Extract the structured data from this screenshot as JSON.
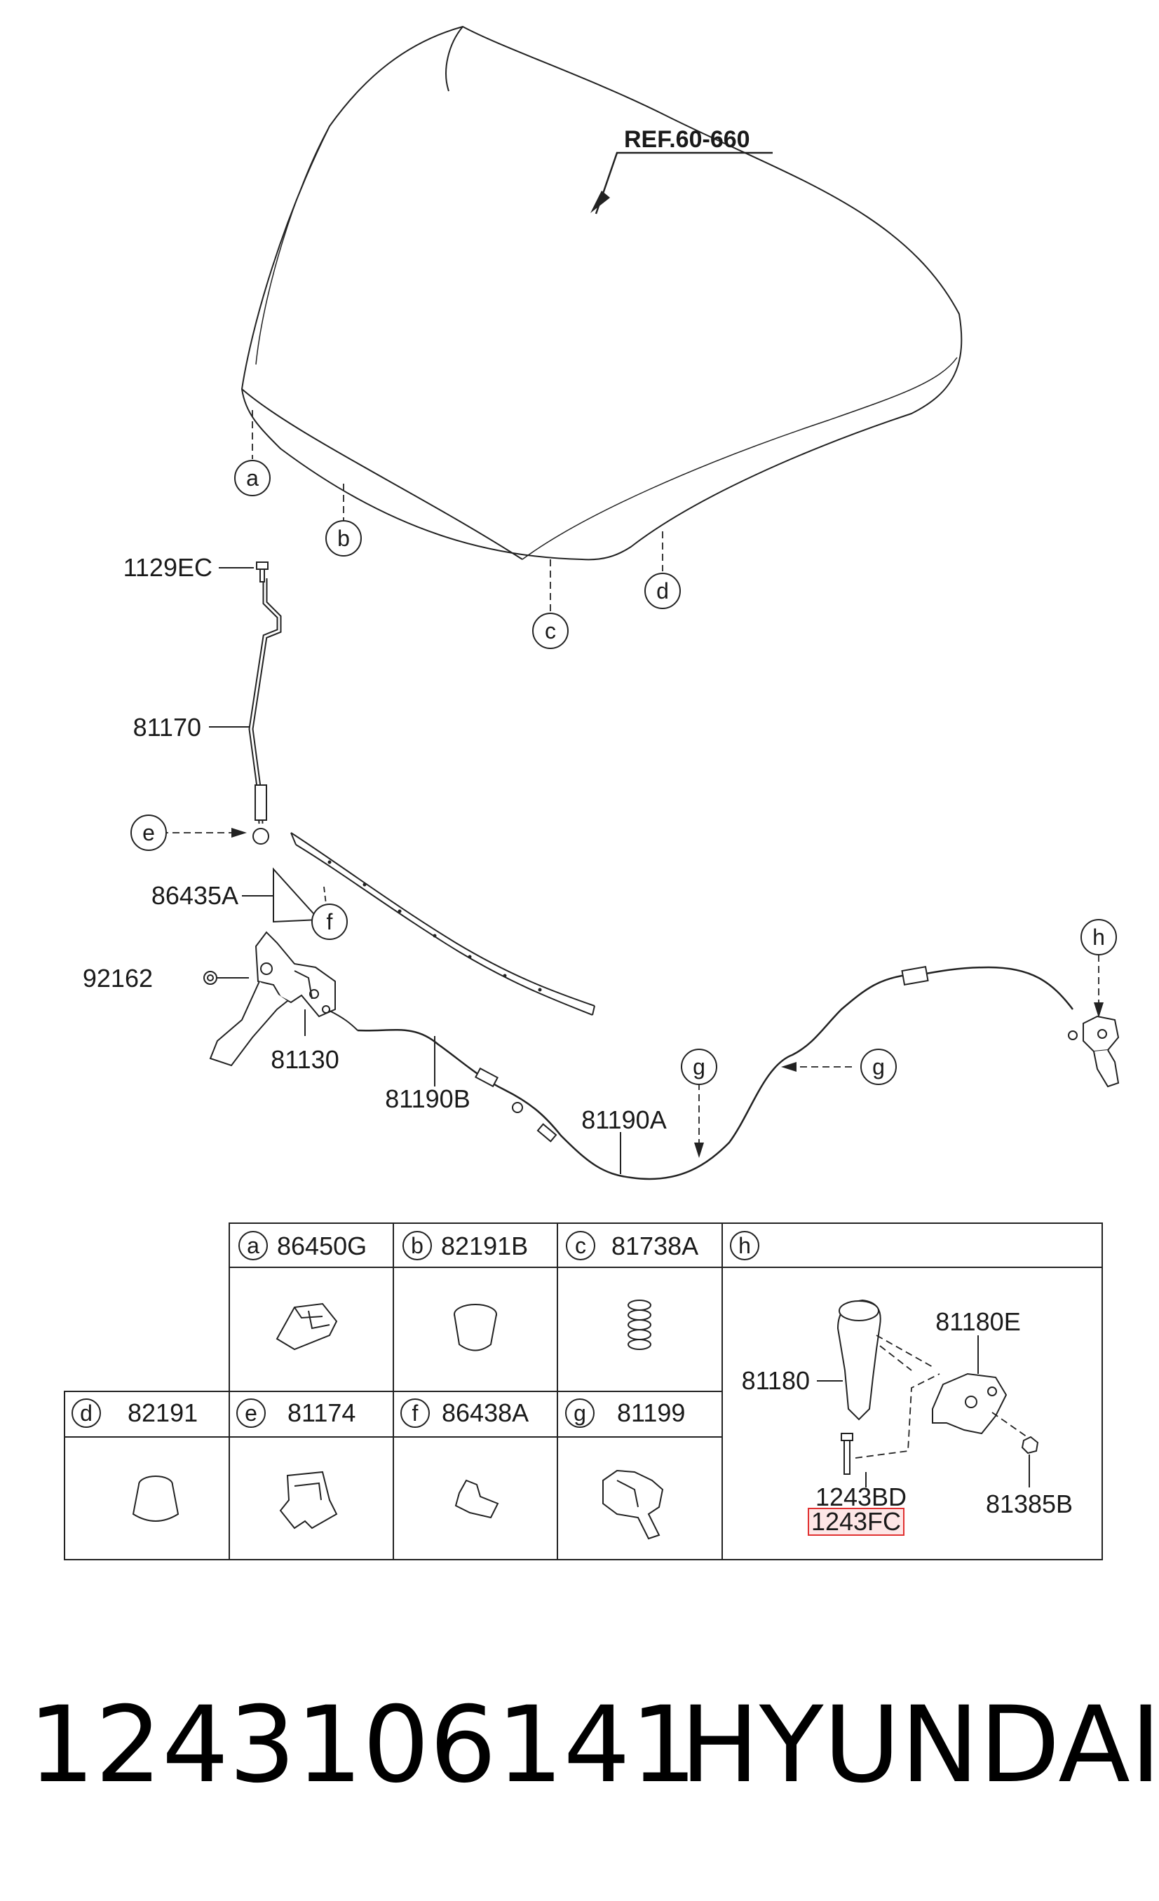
{
  "ref_label": "REF.60-660",
  "callouts": {
    "a": "a",
    "b": "b",
    "c": "c",
    "d": "d",
    "e": "e",
    "f": "f",
    "g": "g",
    "h": "h"
  },
  "part_labels": {
    "p1129EC": "1129EC",
    "p81170": "81170",
    "p86435A": "86435A",
    "p92162": "92162",
    "p81130": "81130",
    "p81190B": "81190B",
    "p81190A": "81190A"
  },
  "table": {
    "row1": [
      {
        "key": "a",
        "part": "86450G"
      },
      {
        "key": "b",
        "part": "82191B"
      },
      {
        "key": "c",
        "part": "81738A"
      },
      {
        "key": "h",
        "part": ""
      }
    ],
    "row2": [
      {
        "key": "d",
        "part": "82191"
      },
      {
        "key": "e",
        "part": "81174"
      },
      {
        "key": "f",
        "part": "86438A"
      },
      {
        "key": "g",
        "part": "81199"
      }
    ],
    "h_labels": {
      "p81180": "81180",
      "p81180E": "81180E",
      "p1243BD": "1243BD",
      "p1243FC": "1243FC",
      "p81385B": "81385B"
    }
  },
  "highlight_color": "#e03030",
  "footer": {
    "part_number": "1243106141",
    "brand": "HYUNDAI"
  }
}
